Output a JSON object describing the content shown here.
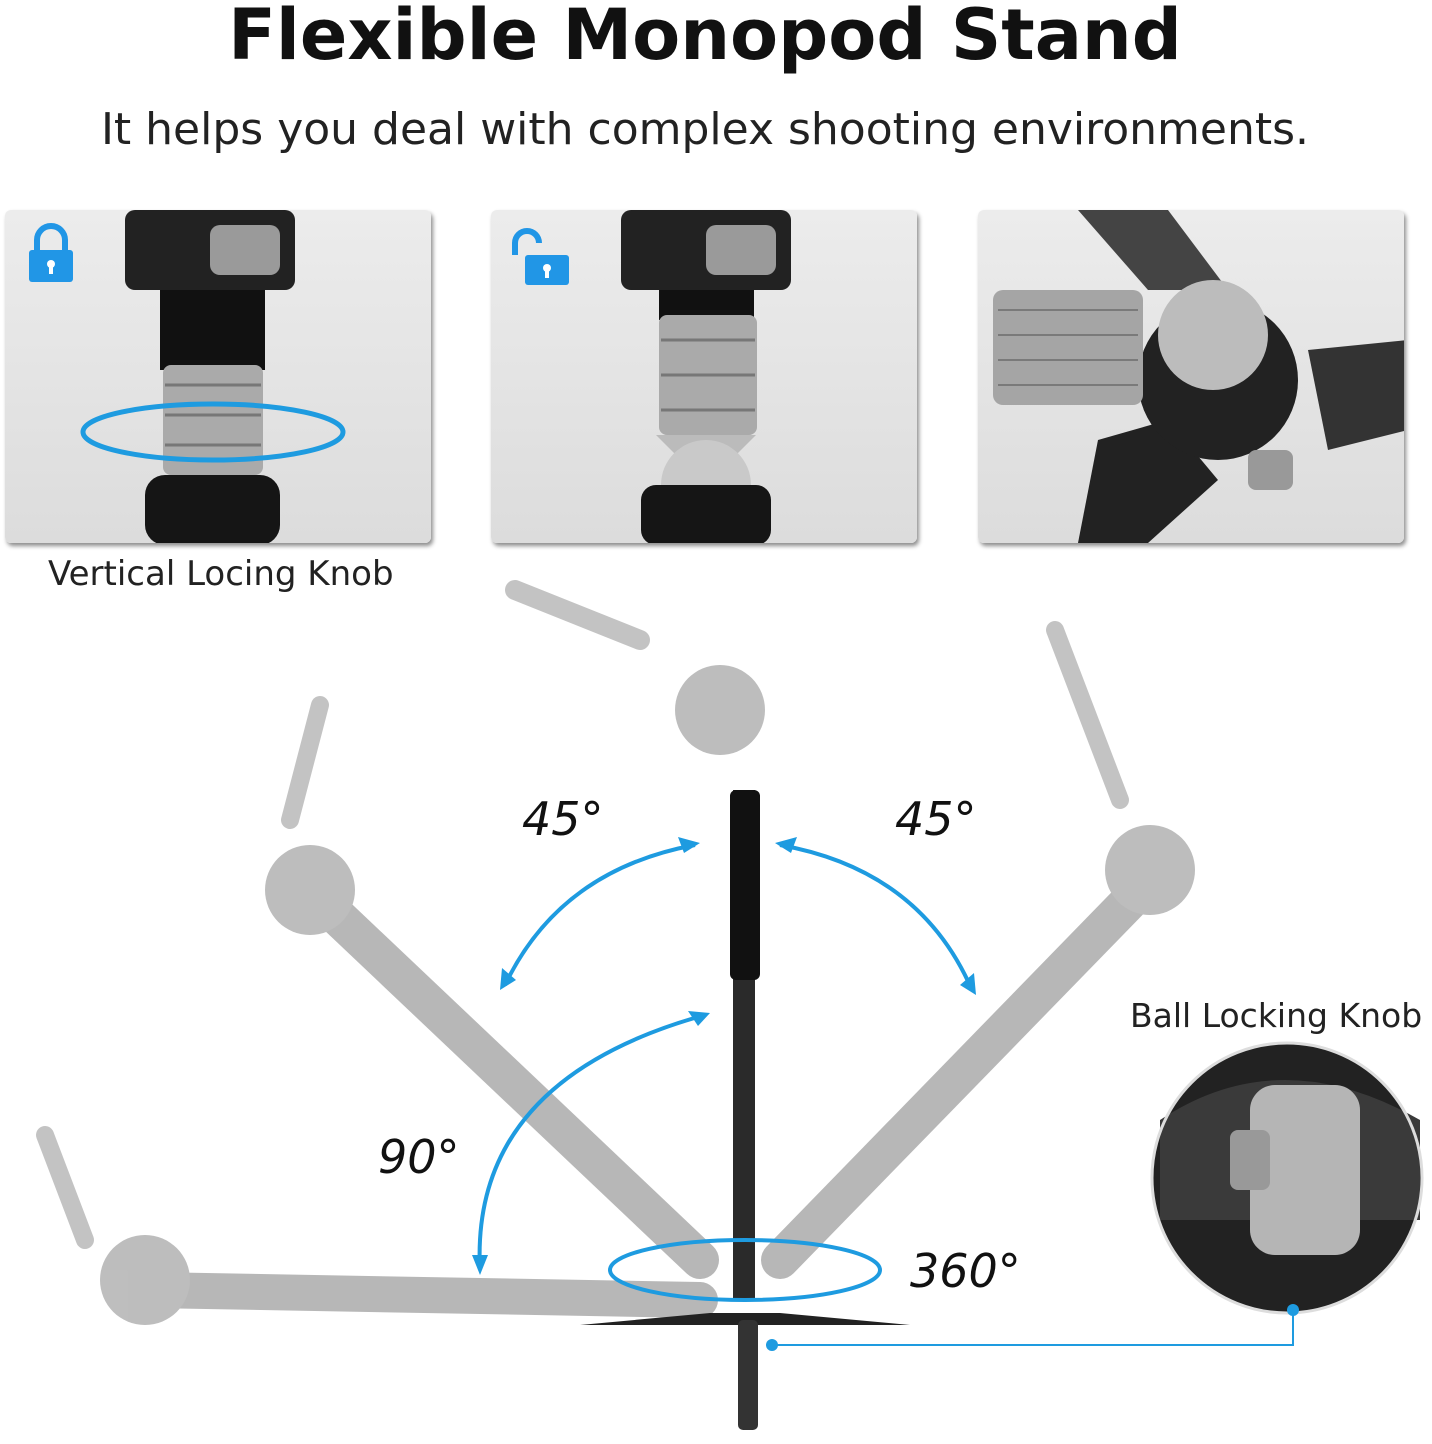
{
  "header": {
    "title": "Flexible Monopod Stand",
    "subtitle": "It helps you deal with complex shooting environments."
  },
  "panels": [
    {
      "name": "locked-knob",
      "icon": "lock-closed-icon"
    },
    {
      "name": "unlocked-knob",
      "icon": "lock-open-icon"
    },
    {
      "name": "ball-base",
      "icon": ""
    }
  ],
  "labels": {
    "vertical_knob": "Vertical Locing Knob",
    "ball_knob": "Ball Locking Knob"
  },
  "angles": {
    "left": "45°",
    "right": "45°",
    "tilt": "90°",
    "rotate": "360°"
  },
  "colors": {
    "accent": "#1e9be0",
    "icon_blue": "#2196e6"
  }
}
